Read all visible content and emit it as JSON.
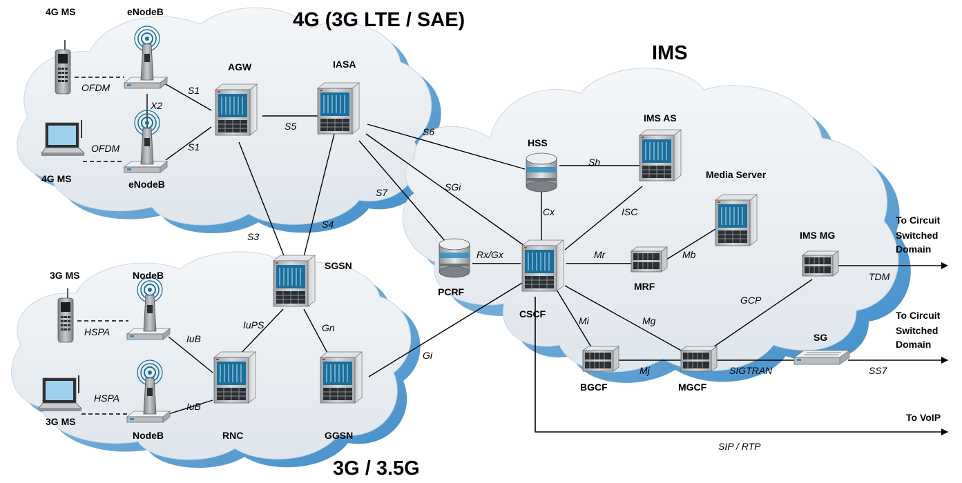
{
  "clouds": {
    "lte_title": "4G (3G LTE / SAE)",
    "ims_title": "IMS",
    "umts_title": "3G / 3.5G"
  },
  "nodes": {
    "ms4g_top": "4G MS",
    "ms4g_bottom": "4G MS",
    "enodeb_top": "eNodeB",
    "enodeb_bottom": "eNodeB",
    "agw": "AGW",
    "iasa": "IASA",
    "hss": "HSS",
    "ims_as": "IMS AS",
    "media_server": "Media Server",
    "pcrf": "PCRF",
    "cscf": "CSCF",
    "mrf": "MRF",
    "ims_mg": "IMS MG",
    "sgsn": "SGSN",
    "ms3g_top": "3G MS",
    "ms3g_bottom": "3G MS",
    "nodeb_top": "NodeB",
    "nodeb_bottom": "NodeB",
    "rnc": "RNC",
    "ggsn": "GGSN",
    "bgcf": "BGCF",
    "mgcf": "MGCF",
    "sg": "SG"
  },
  "interfaces": {
    "ofdm_top": "OFDM",
    "ofdm_bottom": "OFDM",
    "x2": "X2",
    "s1_top": "S1",
    "s1_bottom": "S1",
    "s5": "S5",
    "s6": "S6",
    "s7": "S7",
    "sgi": "SGi",
    "s3": "S3",
    "s4": "S4",
    "sh": "Sh",
    "cx": "Cx",
    "isc": "ISC",
    "rxgx": "Rx/Gx",
    "mr": "Mr",
    "mb": "Mb",
    "tdm": "TDM",
    "gcp": "GCP",
    "mi": "Mi",
    "mg": "Mg",
    "mj": "Mj",
    "sigtran": "SIGTRAN",
    "ss7": "SS7",
    "gi": "Gi",
    "gn": "Gn",
    "iups": "IuPS",
    "iub_top": "IuB",
    "iub_bottom": "IuB",
    "hspa_top": "HSPA",
    "hspa_bottom": "HSPA",
    "sip_rtp": "SIP / RTP"
  },
  "external": {
    "csd1_line1": "To Circuit",
    "csd1_line2": "Switched",
    "csd1_line3": "Domain",
    "csd2_line1": "To Circuit",
    "csd2_line2": "Switched",
    "csd2_line3": "Domain",
    "voip": "To VoIP"
  },
  "colors": {
    "cloud_fill": "#e9eef3",
    "cloud_shadow": "#5a9fd4",
    "server_body": "#b8bcc0",
    "server_screen": "#2f8fbf",
    "line": "#000000"
  }
}
